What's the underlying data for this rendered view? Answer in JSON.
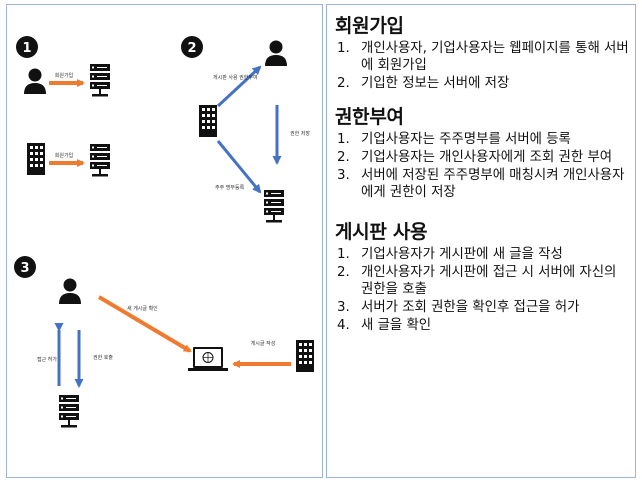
{
  "diagram": {
    "step_numbers": [
      "1",
      "2",
      "3"
    ],
    "arrow_labels": {
      "s1_top": "회원가입",
      "s1_bottom": "회원가입",
      "s2_top": "게시판 사용 권한부여",
      "s2_right": "권한 저장",
      "s2_bottom": "주주 명부등록",
      "s3_diag": "새 게시글 확인",
      "s3_left": "접근 허가",
      "s3_right": "권한 호출",
      "s3_bottom": "게시글 작성"
    },
    "colors": {
      "orange": "#ee7b30",
      "blue": "#4472c4",
      "black": "#111111"
    }
  },
  "sections": [
    {
      "title": "회원가입",
      "items": [
        {
          "num": "1.",
          "text": "개인사용자, 기업사용자는 웹페이지를 통해 서버에 회원가입"
        },
        {
          "num": "2.",
          "text": "기입한 정보는 서버에 저장"
        }
      ]
    },
    {
      "title": "권한부여",
      "items": [
        {
          "num": "1.",
          "text": "기업사용자는 주주명부를 서버에 등록"
        },
        {
          "num": "2.",
          "text": "기업사용자는 개인사용자에게 조회 권한 부여"
        },
        {
          "num": "3.",
          "text": "서버에 저장된 주주명부에 매칭시켜 개인사용자에게 권한이 저장"
        }
      ]
    },
    {
      "title": "게시판 사용",
      "items": [
        {
          "num": "1.",
          "text": "기업사용자가 게시판에 새 글을 작성"
        },
        {
          "num": "2.",
          "text": "개인사용자가 게시판에 접근 시 서버에 자신의 권한을 호출"
        },
        {
          "num": "3.",
          "text": "서버가 조회 권한을 확인후 접근을 허가"
        },
        {
          "num": "4.",
          "text": "새 글을 확인"
        }
      ]
    }
  ]
}
